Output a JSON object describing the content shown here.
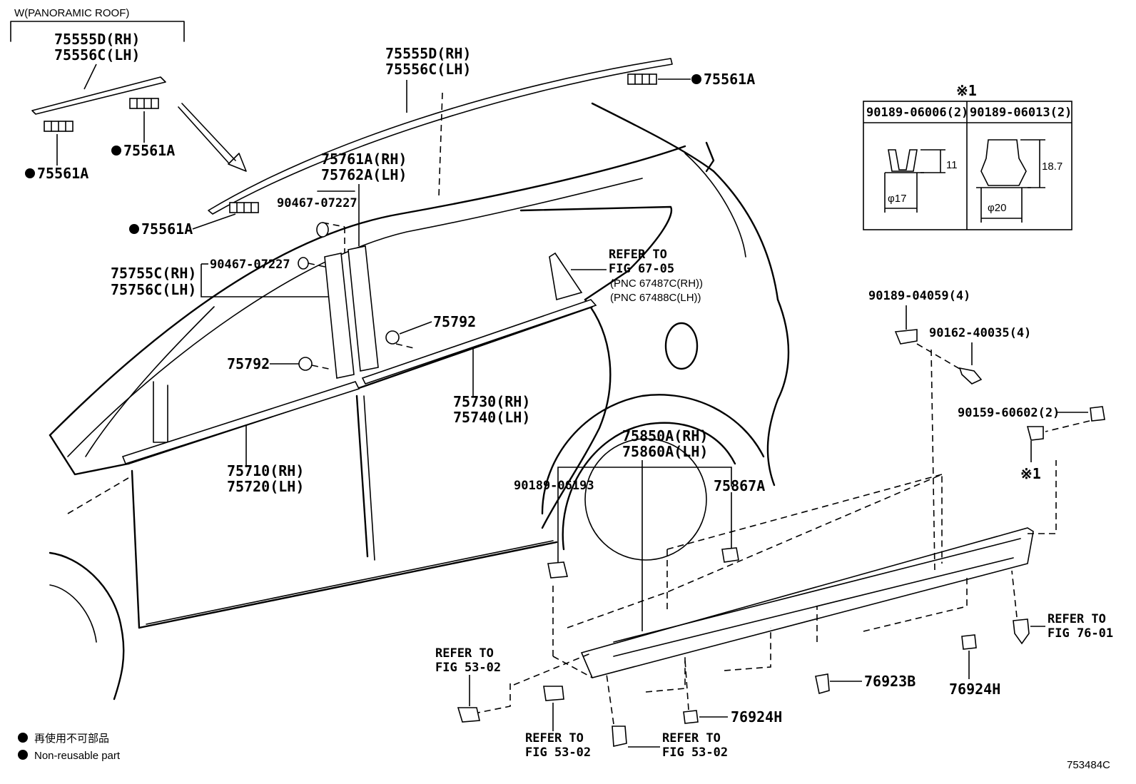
{
  "panoramic_roof": {
    "title": "W(PANORAMIC ROOF)",
    "rail_rh": "75555D(RH)",
    "rail_lh": "75556C(LH)",
    "clip_a": "75561A",
    "clip_b": "75561A"
  },
  "roof_rail": {
    "rh": "75555D(RH)",
    "lh": "75556C(LH)",
    "clip_rear": "75561A",
    "clip_front": "75561A"
  },
  "pillar_rear": {
    "rh": "75761A(RH)",
    "lh": "75762A(LH)"
  },
  "bolt_upper": "90467-07227",
  "bolt_lower": "90467-07227",
  "pillar_front": {
    "rh": "75755C(RH)",
    "lh": "75756C(LH)"
  },
  "clip_75792_a": "75792",
  "clip_75792_b": "75792",
  "refer_67_05": {
    "line1": "REFER TO",
    "line2": "FIG 67-05",
    "pnc_rh": "(PNC 67487C(RH))",
    "pnc_lh": "(PNC 67488C(LH))"
  },
  "belt_rear": {
    "rh": "75730(RH)",
    "lh": "75740(LH)"
  },
  "belt_front": {
    "rh": "75710(RH)",
    "lh": "75720(LH)"
  },
  "rocker": {
    "rh": "75850A(RH)",
    "lh": "75860A(LH)"
  },
  "clip_90189_06193": "90189-06193",
  "clip_75867a": "75867A",
  "inset": {
    "mark": "※1",
    "col1": "90189-06006(2)",
    "col2": "90189-06013(2)",
    "dim1_h": "11",
    "dim1_d": "φ17",
    "dim2_h": "18.7",
    "dim2_d": "φ20"
  },
  "clip_90189_04059": "90189-04059(4)",
  "screw_90162": "90162-40035(4)",
  "bolt_90159": "90159-60602(2)",
  "mark_1": "※1",
  "refer_76_01": {
    "line1": "REFER TO",
    "line2": "FIG 76-01"
  },
  "refer_53_02_a": {
    "line1": "REFER TO",
    "line2": "FIG 53-02"
  },
  "refer_53_02_b": {
    "line1": "REFER TO",
    "line2": "FIG 53-02"
  },
  "refer_53_02_c": {
    "line1": "REFER TO",
    "line2": "FIG 53-02"
  },
  "clip_76923b": "76923B",
  "clip_76924h_a": "76924H",
  "clip_76924h_b": "76924H",
  "legend": {
    "jp": "再使用不可部品",
    "en": "Non-reusable part"
  },
  "figure_code": "753484C"
}
